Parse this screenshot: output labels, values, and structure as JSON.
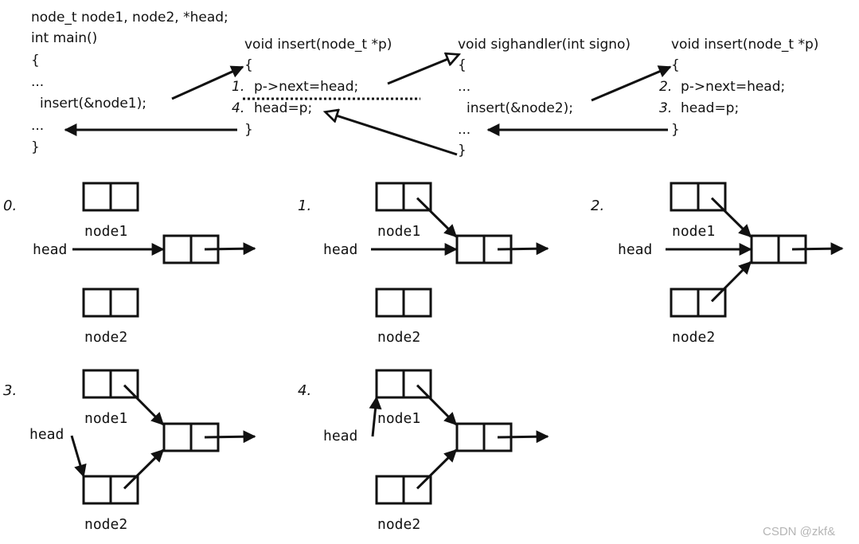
{
  "code": {
    "main": {
      "decl": "node_t node1, node2, *head;",
      "signature": "int main()",
      "open": "{",
      "ellipsis1": "...",
      "call": "insert(&node1);",
      "ellipsis2": "...",
      "close": "}"
    },
    "insert_first": {
      "signature": "void insert(node_t *p)",
      "open": "{",
      "line1_num": "1.",
      "line1": "p->next=head;",
      "line2_num": "4.",
      "line2": "head=p;",
      "close": "}"
    },
    "sighandler": {
      "signature": "void sighandler(int signo)",
      "open": "{",
      "ellipsis1": "...",
      "call": "insert(&node2);",
      "ellipsis2": "...",
      "close": "}"
    },
    "insert_second": {
      "signature": "void insert(node_t *p)",
      "open": "{",
      "line1_num": "2.",
      "line1": "p->next=head;",
      "line2_num": "3.",
      "line2": "head=p;",
      "close": "}"
    }
  },
  "states": [
    {
      "step": "0.",
      "head_label": "head",
      "node1_label": "node1",
      "node2_label": "node2",
      "head_points_to": "list",
      "node1_next": null,
      "node2_next": null
    },
    {
      "step": "1.",
      "head_label": "head",
      "node1_label": "node1",
      "node2_label": "node2",
      "head_points_to": "list",
      "node1_next": "list",
      "node2_next": null
    },
    {
      "step": "2.",
      "head_label": "head",
      "node1_label": "node1",
      "node2_label": "node2",
      "head_points_to": "list",
      "node1_next": "list",
      "node2_next": "list"
    },
    {
      "step": "3.",
      "head_label": "head",
      "node1_label": "node1",
      "node2_label": "node2",
      "head_points_to": "node2",
      "node1_next": "list",
      "node2_next": "list"
    },
    {
      "step": "4.",
      "head_label": "head",
      "node1_label": "node1",
      "node2_label": "node2",
      "head_points_to": "node1",
      "node1_next": "list",
      "node2_next": "list"
    }
  ],
  "watermark": "CSDN @zkf&"
}
